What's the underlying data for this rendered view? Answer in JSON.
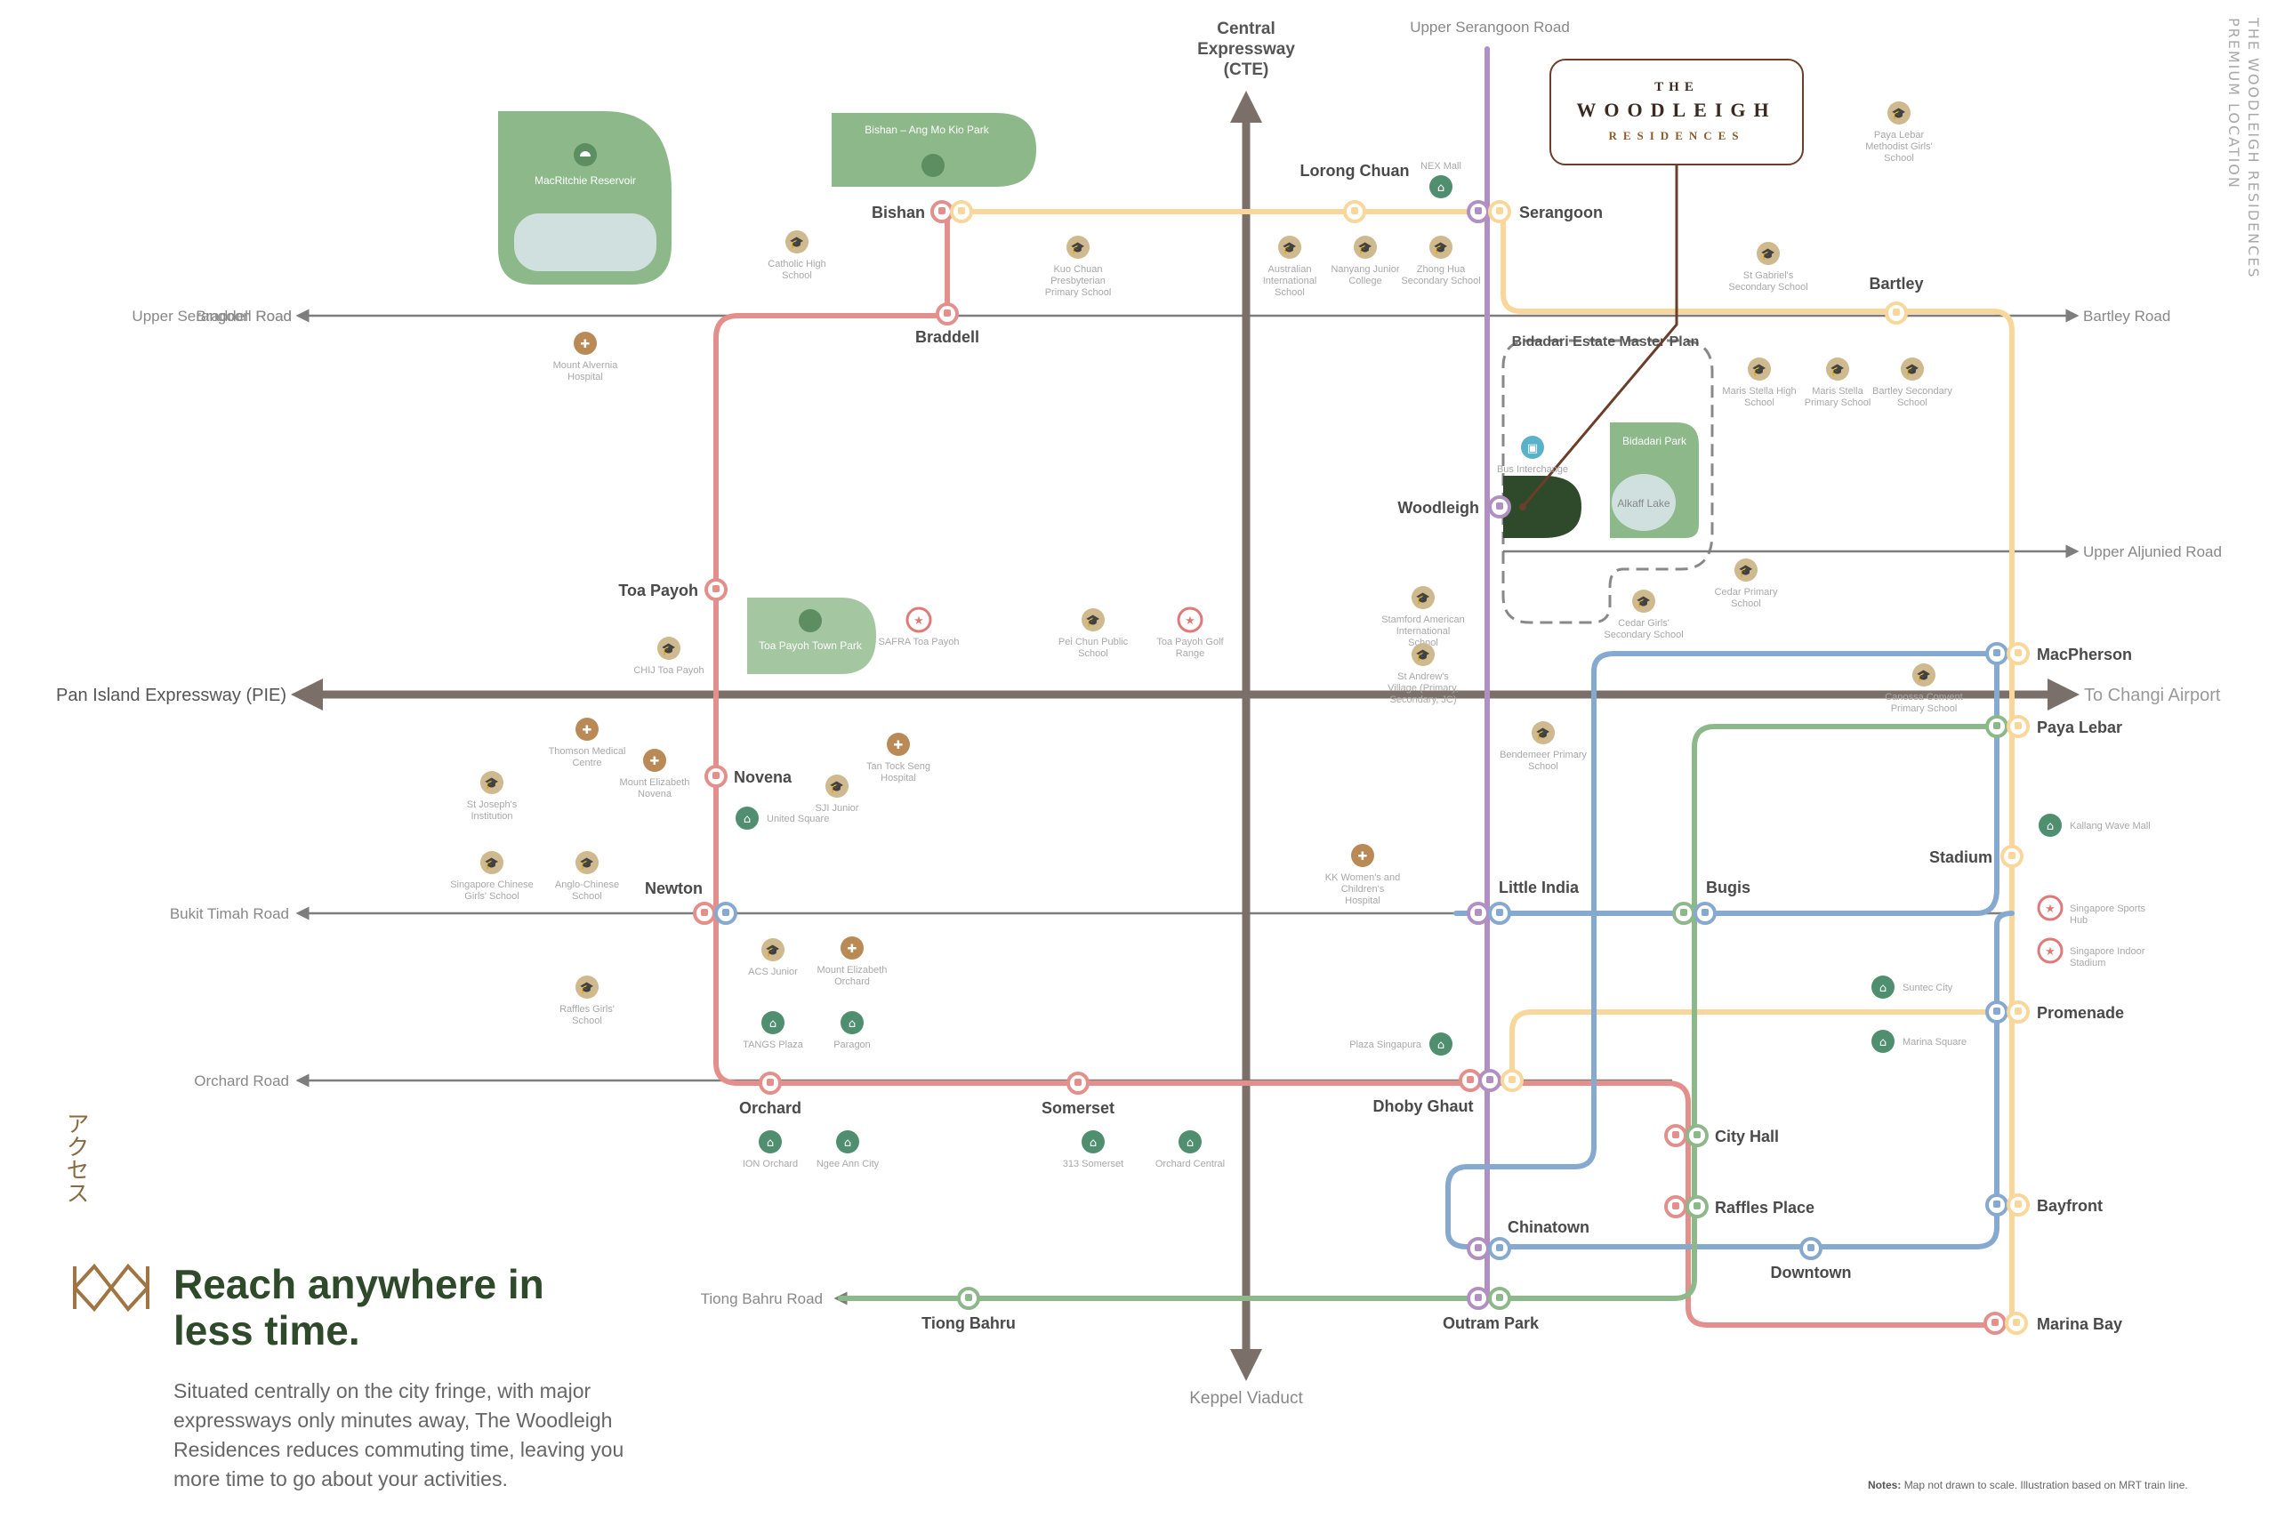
{
  "brand": {
    "line1": "THE",
    "line2": "WOODLEIGH",
    "line3": "RESIDENCES"
  },
  "side_caption": {
    "line1": "THE WOODLEIGH RESIDENCES",
    "line2": "PREMIUM LOCATION"
  },
  "japanese_label": "アクセス",
  "headline": {
    "line1": "Reach anywhere in",
    "line2": "less time."
  },
  "body_copy": "Situated centrally on the city fringe, with major expressways only minutes away, The Woodleigh Residences reduces commuting time, leaving you more time to go about your activities.",
  "notes": {
    "label": "Notes:",
    "text": "Map not drawn to scale. Illustration based on MRT train line."
  },
  "colors": {
    "ns_line": "#e3908c",
    "circle_line": "#f9d79a",
    "ne_line": "#b08fc3",
    "dt_line": "#86a9cf",
    "ew_line": "#8db98a",
    "road": "#7d7d7d",
    "expressway": "#7b7069",
    "park": "#8db98a",
    "school_icon": "#cfb98e",
    "hospital_icon": "#b98a55",
    "mall_icon": "#4f8f6f",
    "sports_icon": "#e07a7a"
  },
  "roads": [
    {
      "id": "cte",
      "label": "Central Expressway (CTE)",
      "bottom_label": "Keppel Viaduct"
    },
    {
      "id": "pie",
      "label": "Pan Island Expressway (PIE)",
      "right_label": "To Changi Airport"
    },
    {
      "id": "upper-serangoon",
      "label": "Upper Serangoon Road"
    },
    {
      "id": "braddell",
      "label": "Braddell Road"
    },
    {
      "id": "bartley",
      "label": "Bartley Road"
    },
    {
      "id": "upper-aljunied",
      "label": "Upper Aljunied Road"
    },
    {
      "id": "bukit-timah",
      "label": "Bukit Timah Road"
    },
    {
      "id": "orchard",
      "label": "Orchard Road"
    },
    {
      "id": "tiong-bahru",
      "label": "Tiong Bahru Road"
    }
  ],
  "stations": [
    {
      "id": "bishan",
      "label": "Bishan"
    },
    {
      "id": "braddell",
      "label": "Braddell"
    },
    {
      "id": "toa-payoh",
      "label": "Toa Payoh"
    },
    {
      "id": "novena",
      "label": "Novena"
    },
    {
      "id": "newton",
      "label": "Newton"
    },
    {
      "id": "orchard",
      "label": "Orchard"
    },
    {
      "id": "somerset",
      "label": "Somerset"
    },
    {
      "id": "dhoby-ghaut",
      "label": "Dhoby Ghaut"
    },
    {
      "id": "city-hall",
      "label": "City Hall"
    },
    {
      "id": "raffles-place",
      "label": "Raffles Place"
    },
    {
      "id": "marina-bay",
      "label": "Marina Bay"
    },
    {
      "id": "lorong-chuan",
      "label": "Lorong Chuan"
    },
    {
      "id": "serangoon",
      "label": "Serangoon"
    },
    {
      "id": "bartley",
      "label": "Bartley"
    },
    {
      "id": "macpherson",
      "label": "MacPherson"
    },
    {
      "id": "paya-lebar",
      "label": "Paya Lebar"
    },
    {
      "id": "stadium",
      "label": "Stadium"
    },
    {
      "id": "promenade",
      "label": "Promenade"
    },
    {
      "id": "bayfront",
      "label": "Bayfront"
    },
    {
      "id": "woodleigh",
      "label": "Woodleigh"
    },
    {
      "id": "little-india",
      "label": "Little India"
    },
    {
      "id": "bugis",
      "label": "Bugis"
    },
    {
      "id": "chinatown",
      "label": "Chinatown"
    },
    {
      "id": "downtown",
      "label": "Downtown"
    },
    {
      "id": "outram-park",
      "label": "Outram Park"
    },
    {
      "id": "tiong-bahru",
      "label": "Tiong Bahru"
    }
  ],
  "areas": [
    {
      "id": "macritchie",
      "label": "MacRitchie Reservoir"
    },
    {
      "id": "bishan-amk-park",
      "label": "Bishan – Ang Mo Kio Park"
    },
    {
      "id": "toa-payoh-park",
      "label": "Toa Payoh Town Park"
    },
    {
      "id": "bidadari-plan",
      "label": "Bidadari Estate Master Plan"
    },
    {
      "id": "bidadari-park",
      "label": "Bidadari Park"
    },
    {
      "id": "alkaff-lake",
      "label": "Alkaff Lake"
    }
  ],
  "pois": [
    {
      "id": "catholic-high",
      "type": "school",
      "label": "Catholic High School"
    },
    {
      "id": "kuo-chuan",
      "type": "school",
      "label": "Kuo Chuan Presbyterian Primary School"
    },
    {
      "id": "australian-intl",
      "type": "school",
      "label": "Australian International School"
    },
    {
      "id": "nanyang-jc",
      "type": "school",
      "label": "Nanyang Junior College"
    },
    {
      "id": "zhong-hua",
      "type": "school",
      "label": "Zhong Hua Secondary School"
    },
    {
      "id": "nex-mall",
      "type": "mall",
      "label": "NEX Mall"
    },
    {
      "id": "paya-lebar-mgs",
      "type": "school",
      "label": "Paya Lebar Methodist Girls' School"
    },
    {
      "id": "st-gabriels",
      "type": "school",
      "label": "St Gabriel's Secondary School"
    },
    {
      "id": "maris-stella-high",
      "type": "school",
      "label": "Maris Stella High School"
    },
    {
      "id": "maris-stella-primary",
      "type": "school",
      "label": "Maris Stella Primary School"
    },
    {
      "id": "bartley-secondary",
      "type": "school",
      "label": "Bartley Secondary School"
    },
    {
      "id": "mount-alvernia",
      "type": "hospital",
      "label": "Mount Alvernia Hospital"
    },
    {
      "id": "bus-interchange",
      "type": "bus",
      "label": "Bus Interchange"
    },
    {
      "id": "cedar-primary",
      "type": "school",
      "label": "Cedar Primary School"
    },
    {
      "id": "cedar-girls",
      "type": "school",
      "label": "Cedar Girls' Secondary School"
    },
    {
      "id": "stamford-american",
      "type": "school",
      "label": "Stamford American International School"
    },
    {
      "id": "st-andrews-village",
      "type": "school",
      "label": "St Andrew's Village (Primary, Secondary, JC)"
    },
    {
      "id": "chij-toa-payoh",
      "type": "school",
      "label": "CHIJ Toa Payoh"
    },
    {
      "id": "safra-toa-payoh",
      "type": "sports",
      "label": "SAFRA Toa Payoh"
    },
    {
      "id": "pei-chun",
      "type": "school",
      "label": "Pei Chun Public School"
    },
    {
      "id": "toa-payoh-golf",
      "type": "sports",
      "label": "Toa Payoh Golf Range"
    },
    {
      "id": "canossa-convent",
      "type": "school",
      "label": "Canossa Convent Primary School"
    },
    {
      "id": "thomson-medical",
      "type": "hospital",
      "label": "Thomson Medical Centre"
    },
    {
      "id": "mount-elizabeth-novena",
      "type": "hospital",
      "label": "Mount Elizabeth Novena"
    },
    {
      "id": "tan-tock-seng",
      "type": "hospital",
      "label": "Tan Tock Seng Hospital"
    },
    {
      "id": "bendemeer",
      "type": "school",
      "label": "Bendemeer Primary School"
    },
    {
      "id": "sji-junior",
      "type": "school",
      "label": "SJI Junior"
    },
    {
      "id": "united-square",
      "type": "mall",
      "label": "United Square"
    },
    {
      "id": "st-josephs",
      "type": "school",
      "label": "St Joseph's Institution"
    },
    {
      "id": "scgs",
      "type": "school",
      "label": "Singapore Chinese Girls' School"
    },
    {
      "id": "acs",
      "type": "school",
      "label": "Anglo-Chinese School"
    },
    {
      "id": "kk-hospital",
      "type": "hospital",
      "label": "KK Women's and Children's Hospital"
    },
    {
      "id": "kallang-wave",
      "type": "mall",
      "label": "Kallang Wave Mall"
    },
    {
      "id": "sports-hub",
      "type": "sports",
      "label": "Singapore Sports Hub"
    },
    {
      "id": "indoor-stadium",
      "type": "sports",
      "label": "Singapore Indoor Stadium"
    },
    {
      "id": "acs-junior",
      "type": "school",
      "label": "ACS Junior"
    },
    {
      "id": "mount-elizabeth-orchard",
      "type": "hospital",
      "label": "Mount Elizabeth Orchard"
    },
    {
      "id": "suntec-city",
      "type": "mall",
      "label": "Suntec City"
    },
    {
      "id": "raffles-girls",
      "type": "school",
      "label": "Raffles Girls' School"
    },
    {
      "id": "tangs-plaza",
      "type": "mall",
      "label": "TANGS Plaza"
    },
    {
      "id": "paragon",
      "type": "mall",
      "label": "Paragon"
    },
    {
      "id": "plaza-singapura",
      "type": "mall",
      "label": "Plaza Singapura"
    },
    {
      "id": "marina-square",
      "type": "mall",
      "label": "Marina Square"
    },
    {
      "id": "ion-orchard",
      "type": "mall",
      "label": "ION Orchard"
    },
    {
      "id": "ngee-ann-city",
      "type": "mall",
      "label": "Ngee Ann City"
    },
    {
      "id": "313-somerset",
      "type": "mall",
      "label": "313 Somerset"
    },
    {
      "id": "orchard-central",
      "type": "mall",
      "label": "Orchard Central"
    }
  ]
}
